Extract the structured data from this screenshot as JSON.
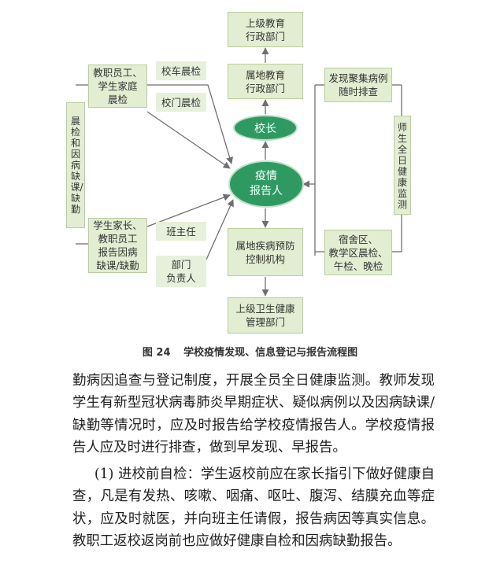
{
  "diagram": {
    "nodes": {
      "upper_edu": "上级教育\n行政部门",
      "local_edu": "属地教育\n行政部门",
      "principal": "校长",
      "reporter": "疫情\n报告人",
      "cdc": "属地疾病预防\n控制机构",
      "upper_health": "上级卫生健康\n管理部门",
      "cluster": "发现聚集病例\n随时排查",
      "all_day": "师生全日健康监测",
      "dorm": "宿舍区、\n教学区晨检、\n午检、晚检",
      "staff_check": "教职员工、\n学生家庭\n晨检",
      "absence_track": "晨检和因病缺课/缺勤",
      "parents": "学生家长、\n教职员工\n报告因病\n缺课/缺勤"
    },
    "tags": {
      "bus": "校车晨检",
      "gate": "校门晨检",
      "teacher": "班主任",
      "dept": "部门\n负责人"
    }
  },
  "caption": {
    "number": "图 24",
    "title": "学校疫情发现、信息登记与报告流程图"
  },
  "body": {
    "p1": "勤病因追查与登记制度，开展全员全日健康监测。教师发现学生有新型冠状病毒肺炎早期症状、疑似病例以及因病缺课/缺勤等情况时，应及时报告给学校疫情报告人。学校疫情报告人应及时进行排查，做到早发现、早报告。",
    "p2": "(1) 进校前自检：学生返校前应在家长指引下做好健康自查，凡是有发热、咳嗽、咽痛、呕吐、腹泻、结膜充血等症状，应及时就医，并向班主任请假，报告病因等真实信息。教职工返校返岗前也应做好健康自检和因病缺勤报告。"
  },
  "colors": {
    "box_fill": "#e2edd2",
    "oval_fill": "#2e9a62",
    "line": "#6f6f6f"
  }
}
